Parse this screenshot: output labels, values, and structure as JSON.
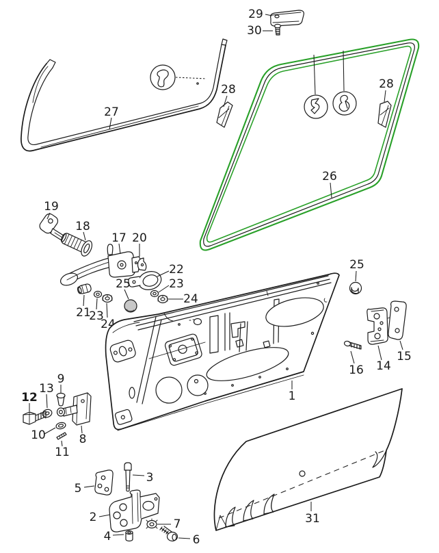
{
  "diagram": {
    "kind": "exploded-parts-diagram-door",
    "background": "#ffffff",
    "line_color": "#1a1a1a",
    "highlight_color": "#28a028"
  },
  "labels": {
    "p1": "1",
    "p2": "2",
    "p3": "3",
    "p4": "4",
    "p5": "5",
    "p6": "6",
    "p7": "7",
    "p8": "8",
    "p9": "9",
    "p10": "10",
    "p11": "11",
    "p12": "12",
    "p13": "13",
    "p14": "14",
    "p15": "15",
    "p16": "16",
    "p17": "17",
    "p18": "18",
    "p19": "19",
    "p20": "20",
    "p21": "21",
    "p22": "22",
    "p23a": "23",
    "p23b": "23",
    "p24a": "24",
    "p24b": "24",
    "p25a": "25",
    "p25b": "25",
    "p26": "26",
    "p27": "27",
    "p28a": "28",
    "p28b": "28",
    "p29": "29",
    "p30": "30",
    "p31": "31"
  }
}
